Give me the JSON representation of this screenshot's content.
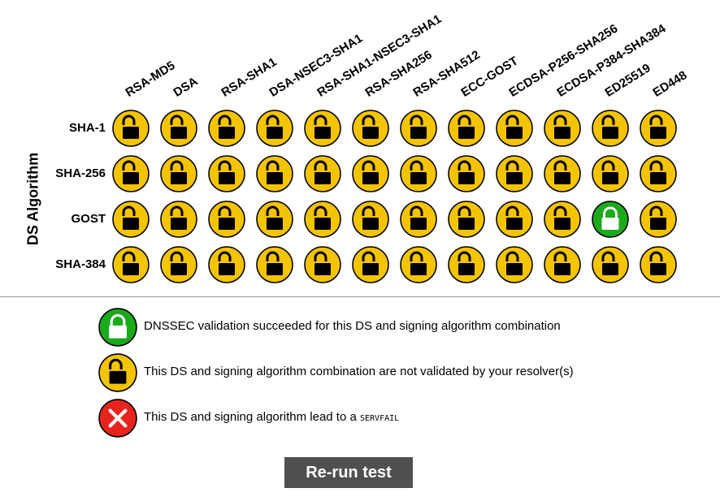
{
  "axis": {
    "ds_algorithm_label": "DS Algorithm"
  },
  "columns": [
    "RSA-MD5",
    "DSA",
    "RSA-SHA1",
    "DSA-NSEC3-SHA1",
    "RSA-SHA1-NSEC3-SHA1",
    "RSA-SHA256",
    "RSA-SHA512",
    "ECC-GOST",
    "ECDSA-P256-SHA256",
    "ECDSA-P384-SHA384",
    "ED25519",
    "ED448"
  ],
  "rows": [
    {
      "label": "SHA-1",
      "results": [
        "not-validated",
        "not-validated",
        "not-validated",
        "not-validated",
        "not-validated",
        "not-validated",
        "not-validated",
        "not-validated",
        "not-validated",
        "not-validated",
        "not-validated",
        "not-validated"
      ]
    },
    {
      "label": "SHA-256",
      "results": [
        "not-validated",
        "not-validated",
        "not-validated",
        "not-validated",
        "not-validated",
        "not-validated",
        "not-validated",
        "not-validated",
        "not-validated",
        "not-validated",
        "not-validated",
        "not-validated"
      ]
    },
    {
      "label": "GOST",
      "results": [
        "not-validated",
        "not-validated",
        "not-validated",
        "not-validated",
        "not-validated",
        "not-validated",
        "not-validated",
        "not-validated",
        "not-validated",
        "not-validated",
        "success",
        "not-validated"
      ]
    },
    {
      "label": "SHA-384",
      "results": [
        "not-validated",
        "not-validated",
        "not-validated",
        "not-validated",
        "not-validated",
        "not-validated",
        "not-validated",
        "not-validated",
        "not-validated",
        "not-validated",
        "not-validated",
        "not-validated"
      ]
    }
  ],
  "legend": {
    "success": {
      "text": "DNSSEC validation succeeded for this DS and signing algorithm combination",
      "icon": "locked-padlock-icon"
    },
    "not_validated": {
      "text": "This DS and signing algorithm combination are not validated by your resolver(s)",
      "icon": "unlocked-padlock-icon"
    },
    "servfail": {
      "text": "This DS and signing algorithm lead to a ",
      "code": "SERVFAIL",
      "icon": "cross-icon"
    }
  },
  "button": {
    "rerun_label": "Re-run test"
  },
  "colors": {
    "not_validated_fill": "#f5c400",
    "success_fill": "#1aaa1a",
    "servfail_fill": "#e8231e",
    "button_bg": "#505050"
  }
}
